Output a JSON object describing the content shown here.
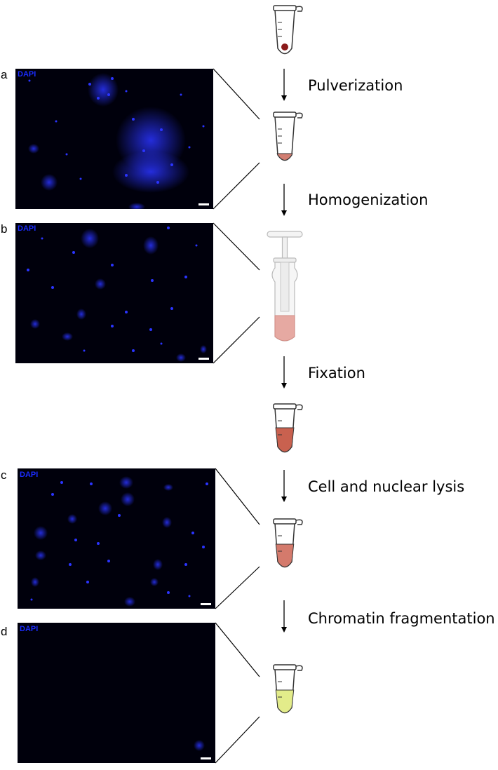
{
  "panels": [
    {
      "letter": "a",
      "stain": "DAPI"
    },
    {
      "letter": "b",
      "stain": "DAPI"
    },
    {
      "letter": "c",
      "stain": "DAPI"
    },
    {
      "letter": "d",
      "stain": "DAPI"
    }
  ],
  "steps": [
    "Pulverization",
    "Homogenization",
    "Fixation",
    "Cell and nuclear lysis",
    "Chromatin fragmentation"
  ],
  "colors": {
    "stain_label": "#1a2cff",
    "nuclei": "#2a34ff",
    "micrograph_background": "#00000c",
    "tissue_sample": "#8b1a1a",
    "homogenate": "#d27e72",
    "fixed_sample": "#c9614f",
    "lysate": "#d47a6c",
    "chromatin": "#e3ec8a"
  },
  "icons": [
    "tube-tissue-icon",
    "tube-pulverized-icon",
    "dounce-homogenizer-icon",
    "tube-fixed-icon",
    "tube-lysate-icon",
    "tube-chromatin-icon"
  ]
}
